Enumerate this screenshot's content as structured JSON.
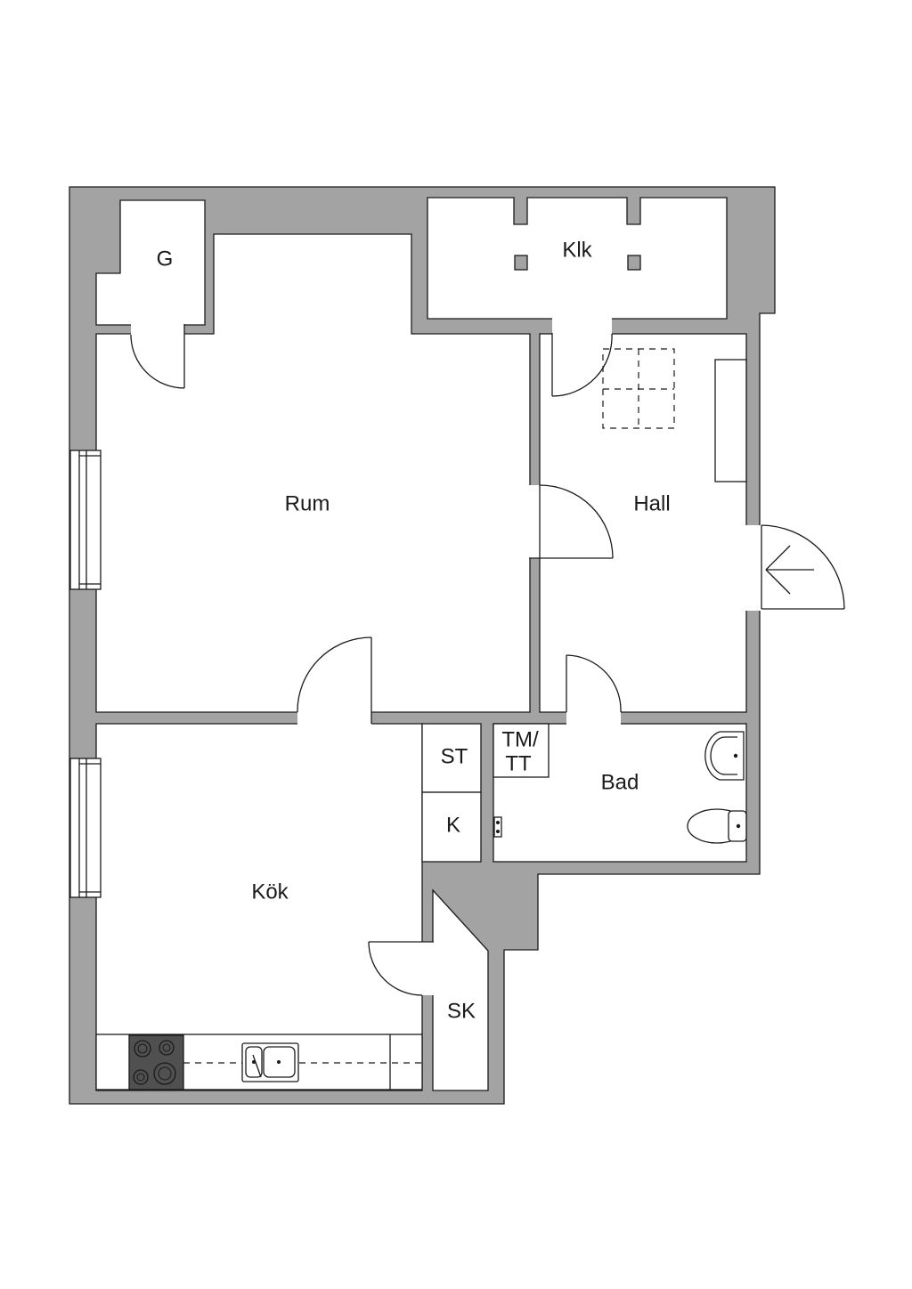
{
  "rooms": {
    "g": "G",
    "klk": "Klk",
    "rum": "Rum",
    "hall": "Hall",
    "kok": "Kök",
    "bad": "Bad",
    "st": "ST",
    "k": "K",
    "sk": "SK",
    "tm_line1": "TM/",
    "tm_line2": "TT"
  },
  "colors": {
    "wall": "#a3a3a3",
    "line": "#1a1a1a",
    "background": "#ffffff"
  }
}
